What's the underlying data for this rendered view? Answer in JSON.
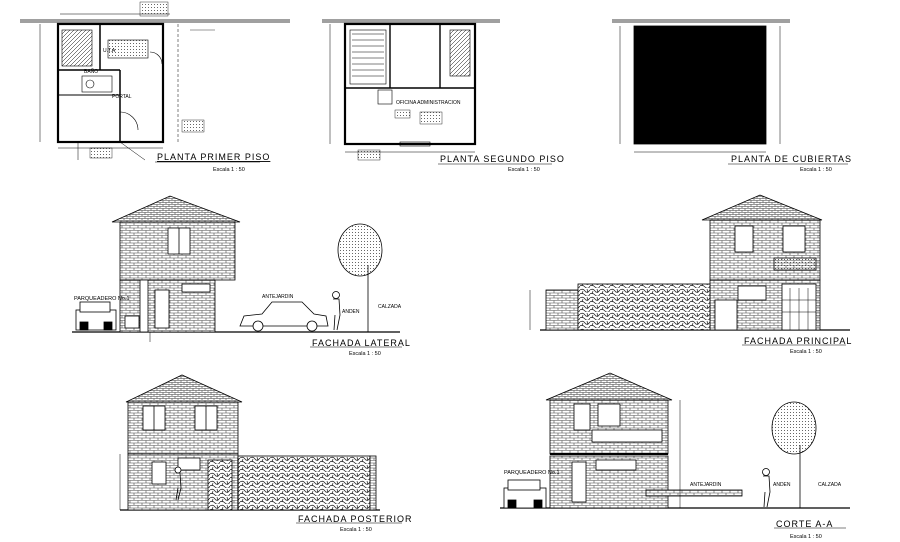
{
  "views": {
    "plan1": {
      "title": "PLANTA PRIMER PISO",
      "scale": "Escala   1 : 50",
      "rooms": {
        "uta": "U.T.A",
        "portal": "PORTAL",
        "bano": "BAÑO"
      }
    },
    "plan2": {
      "title": "PLANTA SEGUNDO PISO",
      "scale": "Escala   1 : 50",
      "rooms": {
        "oficina": "OFICINA ADMINISTRACION"
      }
    },
    "roof": {
      "title": "PLANTA DE CUBIERTAS",
      "scale": "Escala   1 : 50"
    },
    "side": {
      "title": "FACHADA LATERAL",
      "scale": "Escala   1 : 50",
      "labels": {
        "parking": "PARQUEADERO No.1",
        "antejardin": "ANTEJARDIN",
        "anden": "ANDEN",
        "calzada": "CALZADA"
      }
    },
    "front": {
      "title": "FACHADA PRINCIPAL",
      "scale": "Escala   1 : 50"
    },
    "rear": {
      "title": "FACHADA POSTERIOR",
      "scale": "Escala   1 : 50"
    },
    "section": {
      "title": "CORTE A-A",
      "scale": "Escala   1 : 50",
      "labels": {
        "parking": "PARQUEADERO No.1",
        "antejardin": "ANTEJARDIN",
        "anden": "ANDEN",
        "calzada": "CALZADA"
      }
    }
  },
  "colors": {
    "line": "#000000",
    "brick": "#555555",
    "background": "#ffffff"
  }
}
